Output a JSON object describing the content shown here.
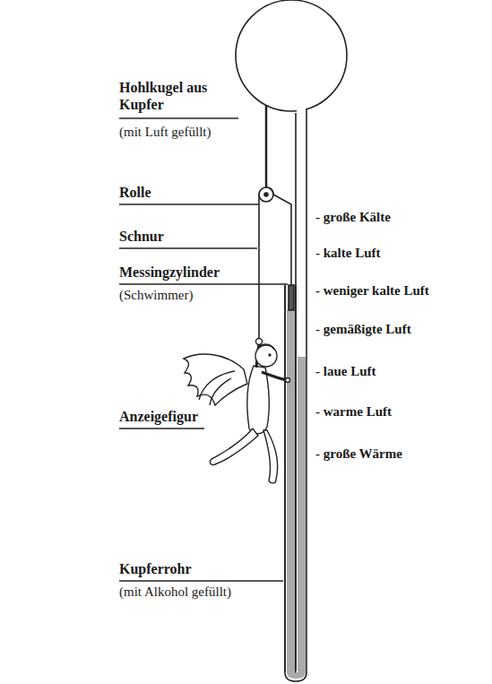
{
  "diagram": {
    "labels": [
      "Hohlkugel aus Kupfer",
      "(mit Luft gefüllt)",
      "Rolle",
      "Schnur",
      "Messingzylinder",
      "(Schwimmer)",
      "Anzeigefigur",
      "Kupferrohr",
      "(mit Alkohol gefüllt)",
      "- große Kälte",
      "- kalte Luft",
      "- weniger kalte Luft",
      "- gemäßigte Luft",
      "- laue Luft",
      "- warme Luft",
      "- große Wärme"
    ]
  }
}
